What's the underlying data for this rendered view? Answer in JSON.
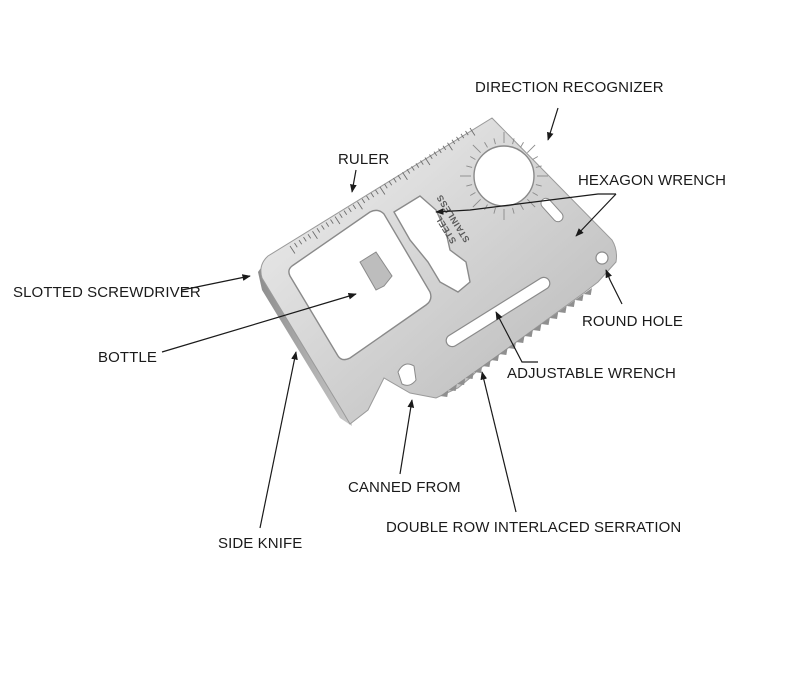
{
  "image": {
    "subject": "stainless steel multi-tool card",
    "stamp_lines": [
      "STAINLESS",
      "STEEL"
    ]
  },
  "labels": {
    "direction_recognizer": "DIRECTION RECOGNIZER",
    "ruler": "RULER",
    "hexagon_wrench": "HEXAGON WRENCH",
    "slotted_screwdriver": "SLOTTED SCREWDRIVER",
    "round_hole": "ROUND HOLE",
    "bottle": "BOTTLE",
    "adjustable_wrench": "ADJUSTABLE WRENCH",
    "canned_from": "CANNED FROM",
    "double_row_serration": "DOUBLE ROW INTERLACED SERRATION",
    "side_knife": "SIDE KNIFE"
  },
  "colors": {
    "background": "#ffffff",
    "steel_light": "#e6e6e6",
    "steel_dark": "#9c9c9c",
    "text": "#1a1a1a"
  }
}
